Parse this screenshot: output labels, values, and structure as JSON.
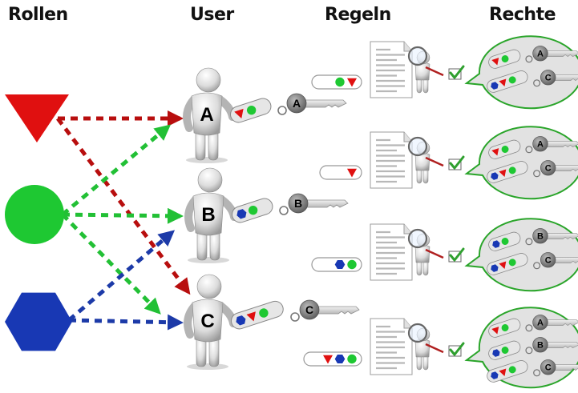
{
  "headings": {
    "roles": "Rollen",
    "users": "User",
    "rules": "Regeln",
    "rights": "Rechte"
  },
  "colors": {
    "red": "#e01010",
    "green": "#1ec832",
    "blue": "#1838b4",
    "arrow_red": "#b80e0e",
    "arrow_green": "#22c035",
    "arrow_blue": "#1c3aa8",
    "bubble_fill": "#e2e2e2",
    "bubble_stroke": "#2aa52a",
    "key_fill": "#d7d7d7"
  },
  "roles": [
    {
      "id": "red",
      "shape": "triangle",
      "color": "#e01010"
    },
    {
      "id": "green",
      "shape": "circle",
      "color": "#1ec832"
    },
    {
      "id": "blue",
      "shape": "hexagon",
      "color": "#1838b4"
    }
  ],
  "users": [
    {
      "letter": "A",
      "key_letter": "A",
      "roles": [
        "red",
        "green"
      ]
    },
    {
      "letter": "B",
      "key_letter": "B",
      "roles": [
        "blue",
        "green"
      ]
    },
    {
      "letter": "C",
      "key_letter": "C",
      "roles": [
        "blue",
        "red",
        "green"
      ]
    }
  ],
  "assignments": [
    {
      "from": "red",
      "to": "A"
    },
    {
      "from": "red",
      "to": "C"
    },
    {
      "from": "green",
      "to": "A"
    },
    {
      "from": "green",
      "to": "B"
    },
    {
      "from": "green",
      "to": "C"
    },
    {
      "from": "blue",
      "to": "B"
    },
    {
      "from": "blue",
      "to": "C"
    }
  ],
  "rules": [
    {
      "roles": [
        "green",
        "red"
      ],
      "rights": [
        {
          "letter": "A",
          "roles": [
            "red",
            "green"
          ]
        },
        {
          "letter": "C",
          "roles": [
            "blue",
            "red",
            "green"
          ]
        }
      ]
    },
    {
      "roles": [
        "red"
      ],
      "rights": [
        {
          "letter": "A",
          "roles": [
            "red",
            "green"
          ]
        },
        {
          "letter": "C",
          "roles": [
            "blue",
            "red",
            "green"
          ]
        }
      ]
    },
    {
      "roles": [
        "blue",
        "green"
      ],
      "rights": [
        {
          "letter": "B",
          "roles": [
            "blue",
            "green"
          ]
        },
        {
          "letter": "C",
          "roles": [
            "blue",
            "red",
            "green"
          ]
        }
      ]
    },
    {
      "roles": [
        "red",
        "blue",
        "green"
      ],
      "rights": [
        {
          "letter": "A",
          "roles": [
            "red",
            "green"
          ]
        },
        {
          "letter": "B",
          "roles": [
            "blue",
            "green"
          ]
        },
        {
          "letter": "C",
          "roles": [
            "blue",
            "red",
            "green"
          ]
        }
      ]
    }
  ],
  "icons": {
    "role_shapes": [
      "triangle-icon",
      "circle-icon",
      "hexagon-icon"
    ],
    "user": "person-icon",
    "key": "key-icon",
    "document": "document-icon",
    "inspector": "magnifier-person-icon",
    "check": "checkmark-icon"
  }
}
